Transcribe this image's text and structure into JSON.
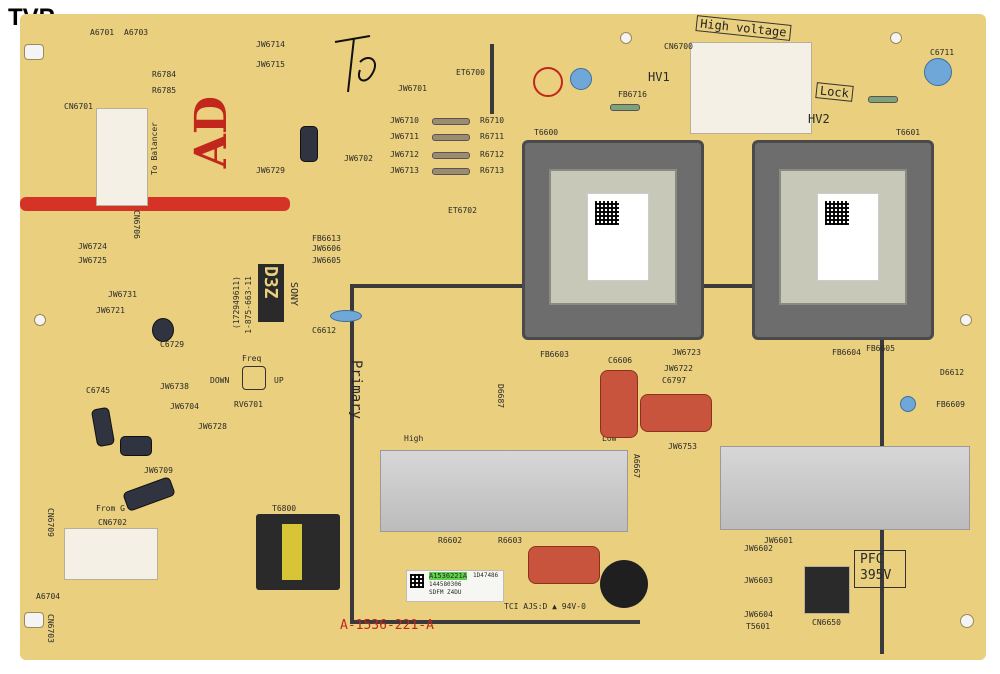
{
  "watermark": "TVP",
  "board": {
    "part_number": "A-1536-221-A",
    "brand": "SONY",
    "model": "D3Z",
    "sub_number": "1-875-663-11",
    "sub_number2": "(172949611)",
    "primary": "Primary",
    "high_voltage": "High voltage",
    "lock": "Lock",
    "hv1": "HV1",
    "hv2": "HV2",
    "pfc": "PFC",
    "pfc_voltage": "395V",
    "to_balancer": "To Balancer",
    "from_g": "From G",
    "freq": "Freq",
    "down": "DOWN",
    "up": "UP",
    "high": "High",
    "low": "Low",
    "compliance": "TCI AJS:D ▲ 94V-0",
    "red_marks": "AD"
  },
  "ref_designators": {
    "cn6701": "CN6701",
    "cn6700": "CN6700",
    "cn6702": "CN6702",
    "cn6703": "CN6703",
    "cn6650": "CN6650",
    "cn6706": "CN6706",
    "cn6709": "CN6709",
    "et6700": "ET6700",
    "et6702": "ET6702",
    "t6600": "T6600",
    "t6601": "T6601",
    "t6800": "T6800",
    "t5601": "T5601",
    "a6701": "A6701",
    "a6703": "A6703",
    "a6704": "A6704",
    "a6667": "A6667",
    "r6602": "R6602",
    "r6603": "R6603",
    "r6710": "R6710",
    "r6711": "R6711",
    "r6712": "R6712",
    "r6713": "R6713",
    "r6784": "R6784",
    "r6785": "R6785",
    "jw6701": "JW6701",
    "jw6702": "JW6702",
    "jw6710": "JW6710",
    "jw6711": "JW6711",
    "jw6712": "JW6712",
    "jw6713": "JW6713",
    "jw6714": "JW6714",
    "jw6715": "JW6715",
    "jw6724": "JW6724",
    "jw6725": "JW6725",
    "jw6729": "JW6729",
    "jw6731": "JW6731",
    "jw6721": "JW6721",
    "jw6738": "JW6738",
    "jw6704": "JW6704",
    "jw6728": "JW6728",
    "jw6709": "JW6709",
    "jw6723": "JW6723",
    "jw6722": "JW6722",
    "jw6753": "JW6753",
    "jw6602": "JW6602",
    "jw6603": "JW6603",
    "jw6604": "JW6604",
    "jw6601": "JW6601",
    "c6745": "C6745",
    "c6729": "C6729",
    "c6612": "C6612",
    "c6606": "C6606",
    "c6797": "C6797",
    "c6711": "C6711",
    "fb6613": "FB6613",
    "fb6716": "FB6716",
    "fb6603": "FB6603",
    "fb6604": "FB6604",
    "fb6605": "FB6605",
    "fb6609": "FB6609",
    "d6612": "D6612",
    "d6687": "D6687",
    "rv6701": "RV6701",
    "jw6606": "JW6606",
    "jw6605": "JW6605",
    "sticker_code": "A1536221A",
    "sticker_lot": "1D47486",
    "sticker_line2": "144580306",
    "sticker_line3": "SDFM Z4DU"
  },
  "colors": {
    "pcb": "#e9cf7e",
    "silkscreen": "#2a2a2a",
    "red_ink": "#c2271c",
    "heatsink": "#c9c9c9",
    "transformer": "#6d6d6d",
    "film_cap": "#c9543d"
  }
}
